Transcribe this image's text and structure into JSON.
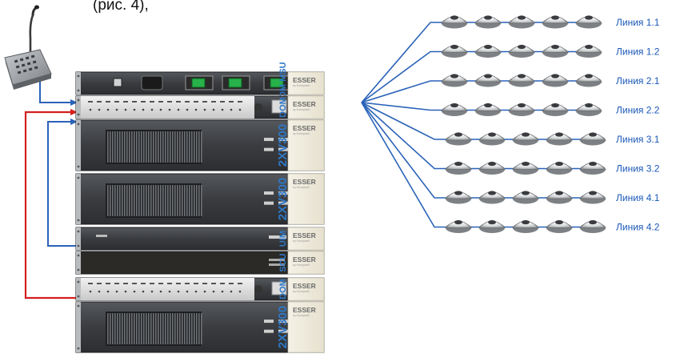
{
  "caption_fragment": "(рис. 4),",
  "brand": "ESSER",
  "brand_sub": "by Honeywell",
  "modules": [
    {
      "label": "DOM MSU",
      "kind": "msu"
    },
    {
      "label": "DOM",
      "kind": "dom"
    },
    {
      "label": "2XV300",
      "kind": "amp"
    },
    {
      "label": "2XV300",
      "kind": "amp"
    },
    {
      "label": "UIM",
      "kind": "uim"
    },
    {
      "label": "SCU",
      "kind": "scu"
    },
    {
      "label": "DOM",
      "kind": "dom"
    },
    {
      "label": "2XV300",
      "kind": "amp"
    }
  ],
  "speaker_lines": [
    {
      "label": "Линия 1.1"
    },
    {
      "label": "Линия 1.2"
    },
    {
      "label": "Линия 2.1"
    },
    {
      "label": "Линия 2.2"
    },
    {
      "label": "Линия 3.1"
    },
    {
      "label": "Линия 3.2"
    },
    {
      "label": "Линия 4.1"
    },
    {
      "label": "Линия 4.2"
    }
  ],
  "speakers_per_line": 5,
  "colors": {
    "wire_blue": "#2a62b8",
    "wire_red": "#d42020",
    "label_blue": "#1a58b8",
    "panel_dark": "#3d3f42",
    "slot_blue": "#2f78c6"
  },
  "icons": {
    "microphone": "paging-microphone-icon",
    "speaker": "ceiling-speaker-icon"
  }
}
